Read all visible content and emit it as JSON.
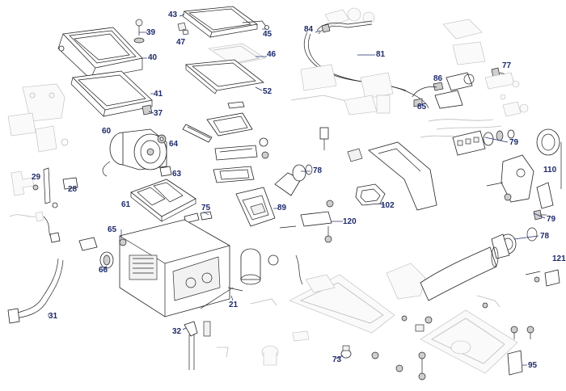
{
  "diagram": {
    "callouts": [
      {
        "id": "c39",
        "text": "39"
      },
      {
        "id": "c40",
        "text": "40"
      },
      {
        "id": "c41",
        "text": "41"
      },
      {
        "id": "c37",
        "text": "37"
      },
      {
        "id": "c43",
        "text": "43"
      },
      {
        "id": "c45",
        "text": "45"
      },
      {
        "id": "c47",
        "text": "47"
      },
      {
        "id": "c46",
        "text": "46"
      },
      {
        "id": "c52",
        "text": "52"
      },
      {
        "id": "c84",
        "text": "84"
      },
      {
        "id": "c81",
        "text": "81"
      },
      {
        "id": "c77",
        "text": "77"
      },
      {
        "id": "c86",
        "text": "86"
      },
      {
        "id": "c85",
        "text": "85"
      },
      {
        "id": "c79a",
        "text": "79"
      },
      {
        "id": "c110",
        "text": "110"
      },
      {
        "id": "c60",
        "text": "60"
      },
      {
        "id": "c64",
        "text": "64"
      },
      {
        "id": "c63",
        "text": "63"
      },
      {
        "id": "c61",
        "text": "61"
      },
      {
        "id": "c29",
        "text": "29"
      },
      {
        "id": "c28",
        "text": "28"
      },
      {
        "id": "c78a",
        "text": "78"
      },
      {
        "id": "c102",
        "text": "102"
      },
      {
        "id": "c89",
        "text": "89"
      },
      {
        "id": "c75",
        "text": "75"
      },
      {
        "id": "c120",
        "text": "120"
      },
      {
        "id": "c79b",
        "text": "79"
      },
      {
        "id": "c78b",
        "text": "78"
      },
      {
        "id": "c65",
        "text": "65"
      },
      {
        "id": "c66",
        "text": "66"
      },
      {
        "id": "c121",
        "text": "121"
      },
      {
        "id": "c21",
        "text": "21"
      },
      {
        "id": "c31",
        "text": "31"
      },
      {
        "id": "c32",
        "text": "32"
      },
      {
        "id": "c73",
        "text": "73"
      },
      {
        "id": "c95",
        "text": "95"
      }
    ]
  }
}
